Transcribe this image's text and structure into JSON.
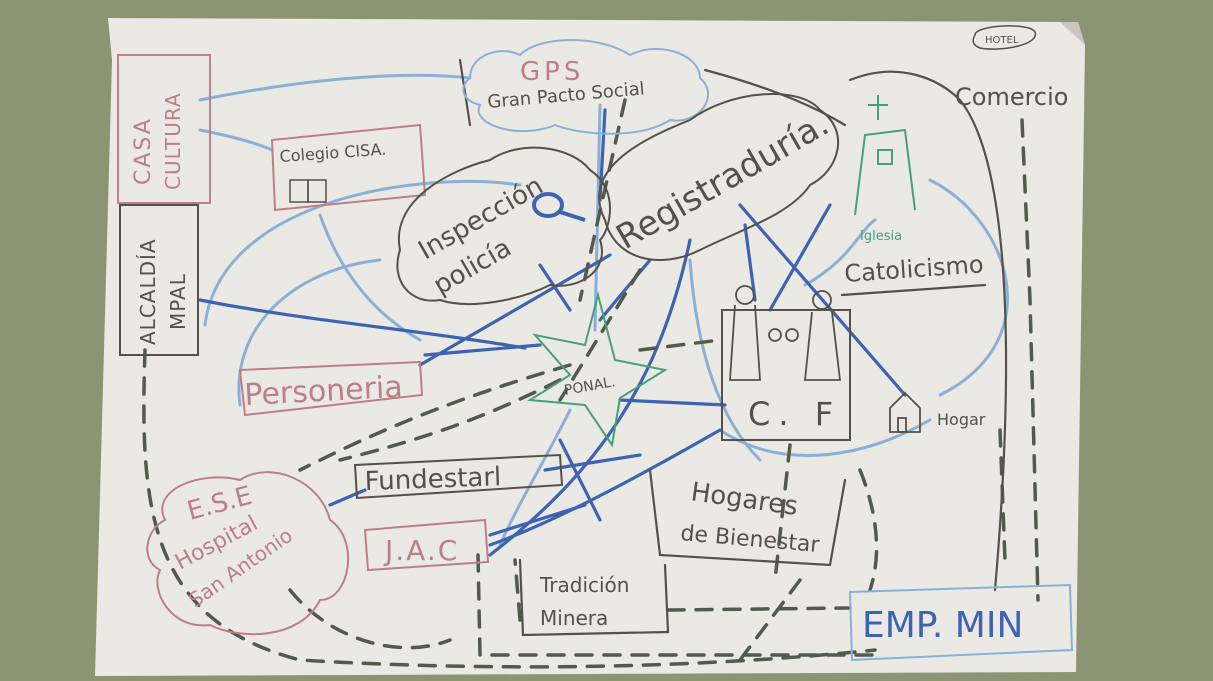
{
  "diagram": {
    "nodes": {
      "casa_cultura": {
        "line1": "CASA",
        "line2": "CULTURA"
      },
      "alcaldia": {
        "line1": "ALCALDÍA",
        "line2": "MPAL"
      },
      "colegio": {
        "label": "Colegio CISA."
      },
      "gps": {
        "line1": "GPS",
        "line2": "Gran Pacto Social"
      },
      "inspeccion": {
        "line1": "Inspección",
        "line2": "policía"
      },
      "registraduria": {
        "label": "Registraduría."
      },
      "iglesia": {
        "label": "Iglesia"
      },
      "catolicismo": {
        "label": "Catolicismo"
      },
      "hotel": {
        "label": "HOTEL"
      },
      "comercio": {
        "label": "Comercio"
      },
      "personeria": {
        "label": "Personeria"
      },
      "ponal": {
        "label": "PONAL."
      },
      "cf": {
        "label": "C. F"
      },
      "hogar": {
        "label": "Hogar"
      },
      "ese": {
        "line1": "E.S.E",
        "line2": "Hospital",
        "line3": "San Antonio"
      },
      "fundestar": {
        "label": "Fundestarl"
      },
      "jac": {
        "label": "J.A.C"
      },
      "hogares_bienestar": {
        "line1": "Hogares",
        "line2": "de Bienestar"
      },
      "tradicion_minera": {
        "line1": "Tradición",
        "line2": "Minera"
      },
      "emp_min": {
        "label": "EMP. MIN"
      }
    },
    "colors": {
      "wall": "#8d9474",
      "paper": "#ebe9e4",
      "pencil": "#555049",
      "red_ink": "#bd7f86",
      "blue_ink": "#3d63b3",
      "light_blue_ink": "#8bb0d8",
      "dark_dashes": "#515a4b",
      "green_ink": "#46a07a"
    }
  }
}
